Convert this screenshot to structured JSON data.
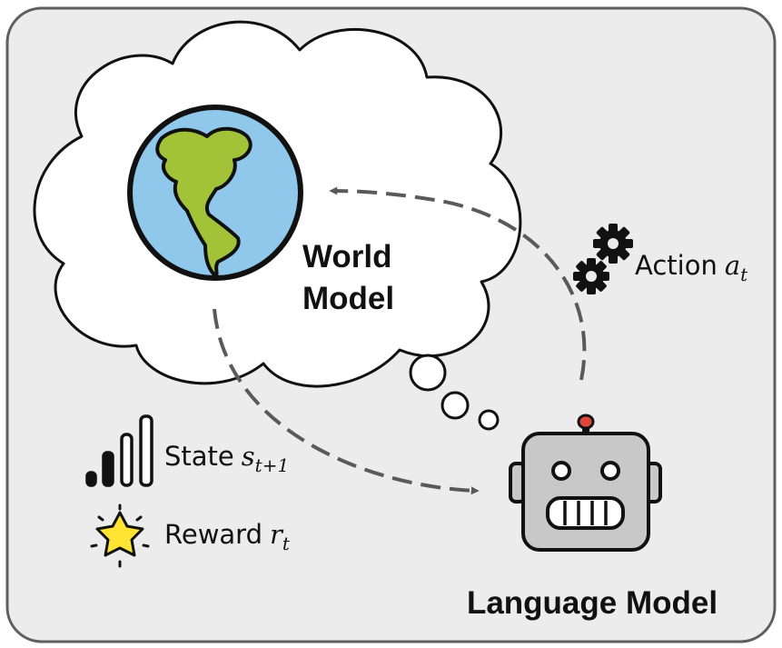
{
  "world_model": {
    "line1": "World",
    "line2": "Model"
  },
  "language_model": {
    "label": "Language Model"
  },
  "action": {
    "word": "Action",
    "symbol": "a",
    "subscript": "t"
  },
  "state": {
    "word": "State",
    "symbol": "s",
    "subscript": "t+1"
  },
  "reward": {
    "word": "Reward",
    "symbol": "r",
    "subscript": "t"
  },
  "colors": {
    "panel_bg": "#ececec",
    "panel_border": "#5f5f5f",
    "ocean": "#8fc8ea",
    "land": "#a2c338",
    "robot_face": "#c8c8c8",
    "robot_antenna": "#e0473b",
    "star": "#ffe433",
    "arrow": "#5a5a5a"
  },
  "icons": [
    "globe-icon",
    "robot-icon",
    "gears-icon",
    "signal-bars-icon",
    "star-icon",
    "thought-bubble-icon"
  ]
}
